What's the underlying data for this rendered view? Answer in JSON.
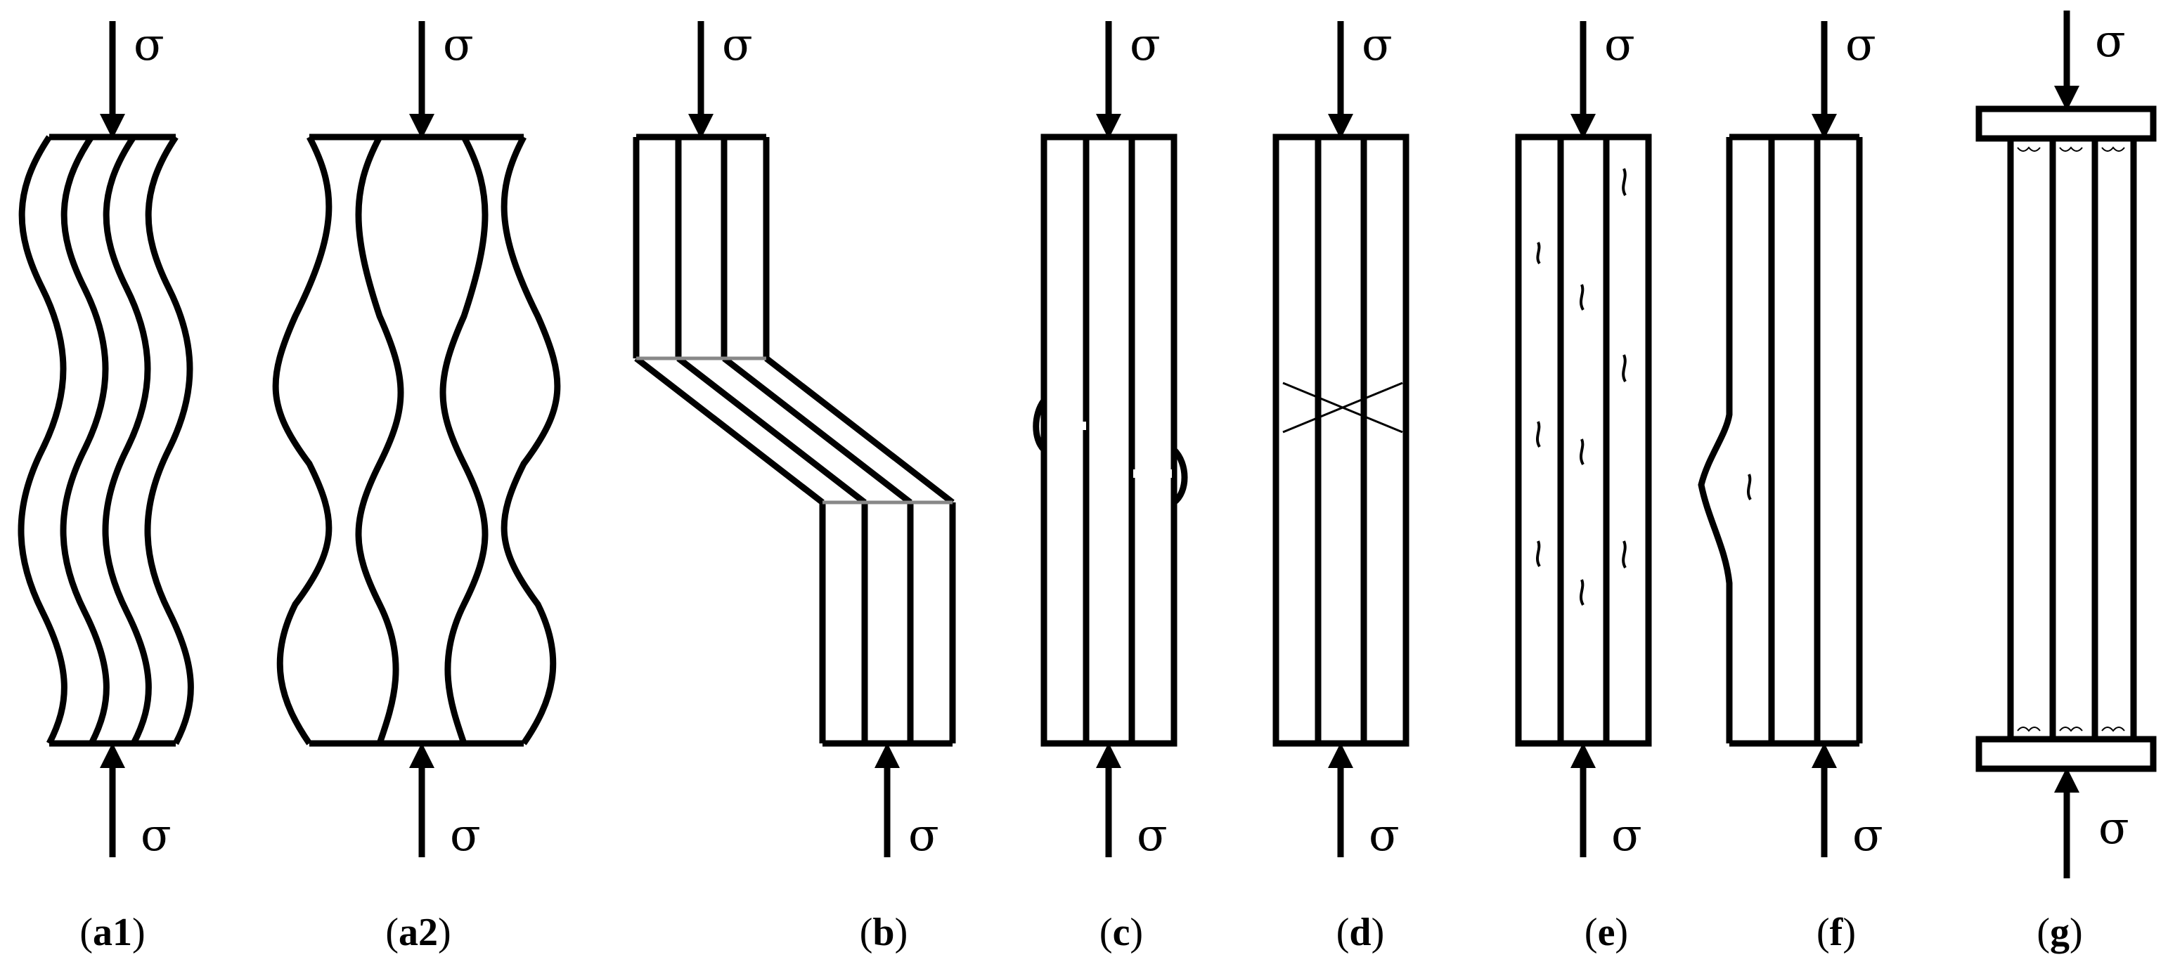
{
  "stress_symbol": "σ",
  "panels": [
    {
      "id": "a1",
      "label_open": "(",
      "label_key": "a1",
      "label_close": ")"
    },
    {
      "id": "a2",
      "label_open": "(",
      "label_key": "a2",
      "label_close": ")"
    },
    {
      "id": "b",
      "label_open": "(",
      "label_key": "b",
      "label_close": ")"
    },
    {
      "id": "c",
      "label_open": "(",
      "label_key": "c",
      "label_close": ")"
    },
    {
      "id": "d",
      "label_open": "(",
      "label_key": "d",
      "label_close": ")"
    },
    {
      "id": "e",
      "label_open": "(",
      "label_key": "e",
      "label_close": ")"
    },
    {
      "id": "f",
      "label_open": "(",
      "label_key": "f",
      "label_close": ")"
    },
    {
      "id": "g",
      "label_open": "(",
      "label_key": "g",
      "label_close": ")"
    }
  ],
  "colors": {
    "stroke": "#000000",
    "background": "#ffffff"
  }
}
